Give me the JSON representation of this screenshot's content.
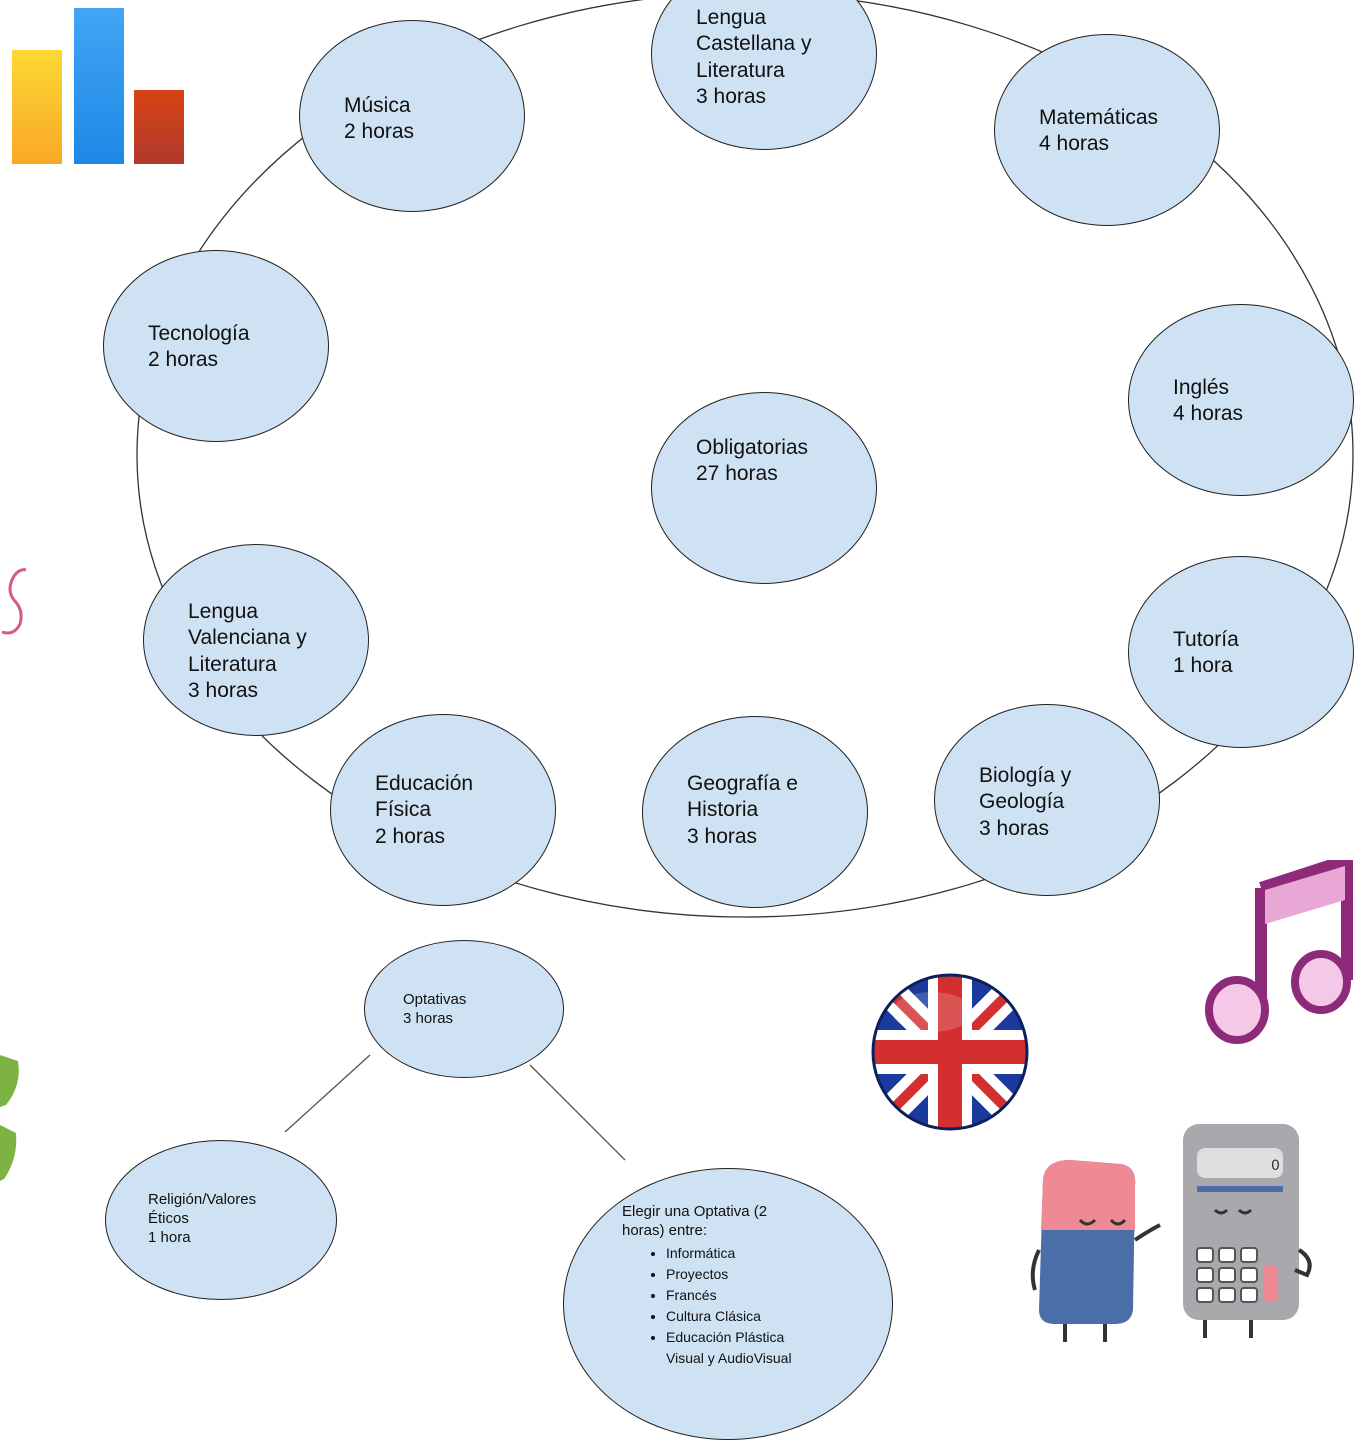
{
  "center": {
    "title": "Obligatorias",
    "hours": "27 horas"
  },
  "subjects": [
    {
      "id": "lengua-castellana",
      "lines": [
        "Lengua",
        "Castellana y",
        "Literatura",
        "3 horas"
      ]
    },
    {
      "id": "matematicas",
      "lines": [
        "Matemáticas",
        "4 horas"
      ]
    },
    {
      "id": "ingles",
      "lines": [
        "Inglés",
        "4 horas"
      ]
    },
    {
      "id": "tutoria",
      "lines": [
        "Tutoría",
        "1 hora"
      ]
    },
    {
      "id": "biologia",
      "lines": [
        "Biología y",
        "Geología",
        "3 horas"
      ]
    },
    {
      "id": "geografia",
      "lines": [
        "Geografía e",
        "Historia",
        "3 horas"
      ]
    },
    {
      "id": "educacion-fisica",
      "lines": [
        "Educación",
        "Física",
        "2 horas"
      ]
    },
    {
      "id": "lengua-valenciana",
      "lines": [
        "Lengua",
        "Valenciana y",
        "Literatura",
        "3 horas"
      ]
    },
    {
      "id": "tecnologia",
      "lines": [
        "Tecnología",
        "2 horas"
      ]
    },
    {
      "id": "musica",
      "lines": [
        "Música",
        "2 horas"
      ]
    }
  ],
  "optativas": {
    "title": "Optativas",
    "hours": "3 horas",
    "religion": {
      "lines": [
        "Religión/Valores",
        "Éticos",
        "1 hora"
      ]
    },
    "elective": {
      "intro": [
        "Elegir una Optativa (2",
        "horas) entre:"
      ],
      "options": [
        "Informática",
        "Proyectos",
        "Francés",
        "Cultura Clásica",
        "Educación Plástica"
      ],
      "last_continuation": "Visual y AudioVisual"
    }
  },
  "decorations": {
    "bar_icon_colors": [
      "#fbc02d",
      "#2196f3",
      "#c0392b"
    ],
    "icons": [
      "bar-chart-icon",
      "uk-flag-icon",
      "music-note-icon",
      "eraser-calculator-illustration",
      "leaf-icon"
    ]
  }
}
